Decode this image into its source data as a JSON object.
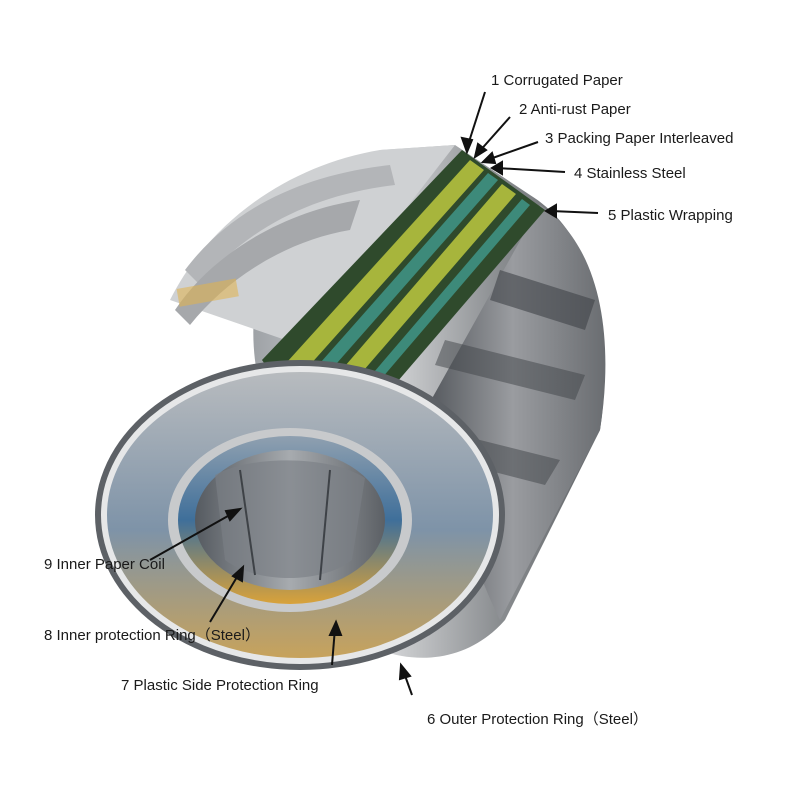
{
  "labels": {
    "corrugated_paper": "1 Corrugated Paper",
    "anti_rust_paper": "2 Anti-rust Paper",
    "packing_paper": "3 Packing Paper Interleaved",
    "stainless_steel": "4 Stainless Steel",
    "plastic_wrapping": "5 Plastic Wrapping",
    "outer_ring": "6 Outer Protection Ring（Steel）",
    "plastic_side_ring": "7 Plastic Side Protection Ring",
    "inner_ring": "8 Inner protection Ring（Steel）",
    "inner_paper_coil": "9 Inner Paper Coil"
  },
  "colors": {
    "steel_light": "#d9dadb",
    "steel_dark": "#6f7377",
    "layer_dark_green": "#2f4a2c",
    "layer_lime": "#a7b53c",
    "layer_teal": "#3d8a7a",
    "bore_blue": "#3f6f9a",
    "bore_amber": "#d9a23a"
  }
}
